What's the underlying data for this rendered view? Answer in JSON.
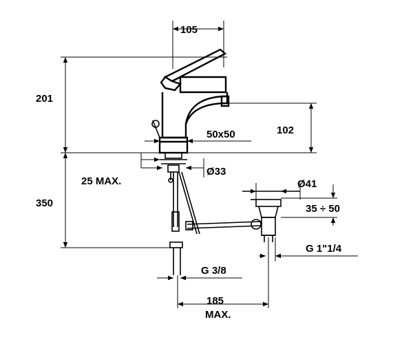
{
  "dimensions": {
    "width_top": "105",
    "height_body": "201",
    "base_size": "50x50",
    "spout_height": "102",
    "counter_thickness": "25 MAX.",
    "hole_diameter": "Ø33",
    "supply_length": "350",
    "waste_diameter": "Ø41",
    "waste_range": "35 ÷ 50",
    "waste_thread": "G 1\"1/4",
    "supply_thread": "G 3/8",
    "offset": "185",
    "offset_suffix": "MAX."
  },
  "colors": {
    "line": "#000000",
    "background": "#ffffff"
  }
}
